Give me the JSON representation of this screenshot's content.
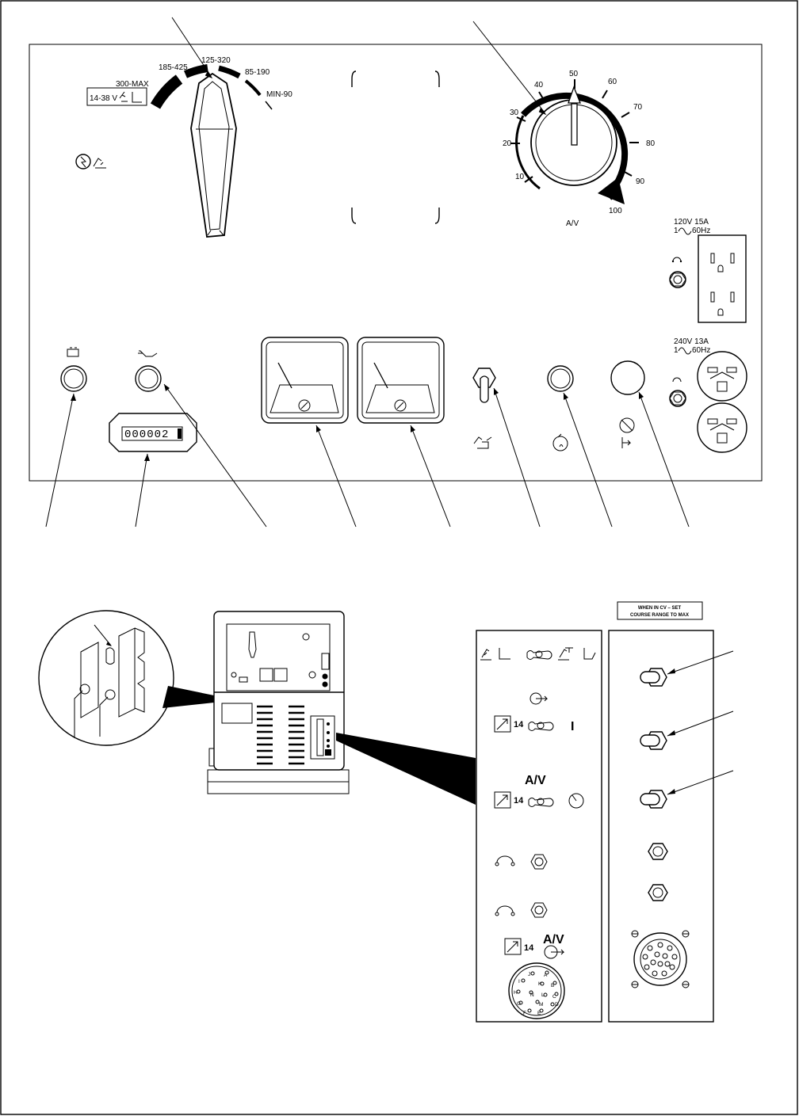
{
  "range_switch": {
    "labels": [
      "185-425",
      "125-320",
      "85-190",
      "MIN-90",
      "300-MAX"
    ],
    "box_text": "14-38 V"
  },
  "dial": {
    "ticks": [
      "10",
      "20",
      "30",
      "40",
      "50",
      "60",
      "70",
      "80",
      "90",
      "100"
    ],
    "unit": "A/V"
  },
  "receptacle_120": {
    "line1": "120V  15A",
    "line2": "60Hz"
  },
  "receptacle_240": {
    "line1": "240V  13A",
    "line2": "60Hz"
  },
  "hour_meter": {
    "digits": "000002"
  },
  "cv_sticker": {
    "line1": "WHEN IN CV – SET",
    "line2": "COURSE RANGE TO MAX"
  },
  "side_panel": {
    "num1": "14",
    "num2": "14",
    "num3": "14",
    "av1": "A/V",
    "av2": "A/V",
    "on_mark": "I"
  },
  "pins": [
    "A",
    "B",
    "C",
    "D",
    "E",
    "F",
    "G",
    "H",
    "I",
    "J",
    "K",
    "L",
    "M",
    "N"
  ],
  "icons": [
    "battery-icon",
    "oil-pressure-icon",
    "engine-control-icon",
    "fuel-icon",
    "stop-icon",
    "circuit-breaker-icon",
    "contactor-icon",
    "remote-icon",
    "meter-icon"
  ]
}
